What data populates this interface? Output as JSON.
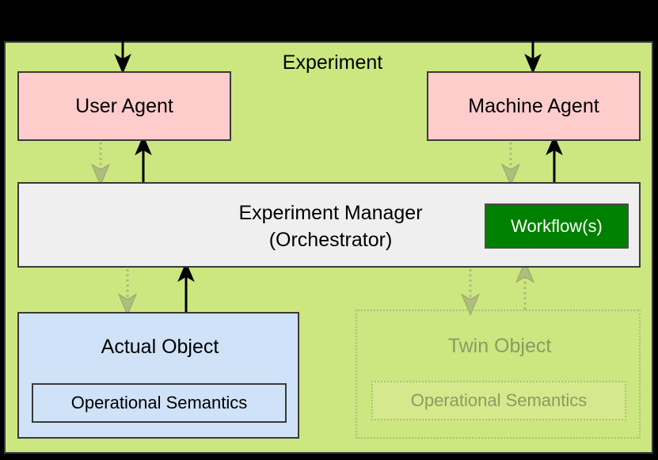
{
  "diagram": {
    "title": "Experiment",
    "canvas": {
      "background_color": "#000000",
      "panel_color": "#CCE680",
      "panel_border_color": "#3A3A3A"
    },
    "nodes": {
      "user_agent": {
        "label": "User Agent",
        "fill": "#FFCCCC",
        "stroke": "#3A3A3A"
      },
      "machine_agent": {
        "label": "Machine Agent",
        "fill": "#FFCCCC",
        "stroke": "#3A3A3A"
      },
      "experiment_manager": {
        "label_line1": "Experiment Manager",
        "label_line2": "(Orchestrator)",
        "fill": "#EFEFEF",
        "stroke": "#3A3A3A"
      },
      "workflows": {
        "label": "Workflow(s)",
        "fill": "#008000",
        "text_color": "#FFFFFF"
      },
      "actual_object": {
        "label": "Actual Object",
        "inner_label": "Operational Semantics",
        "fill": "#CFE2F7",
        "stroke": "#3A3A3A"
      },
      "twin_object": {
        "label": "Twin Object",
        "inner_label": "Operational Semantics",
        "fill": "#D6E88C",
        "stroke": "#AEBF79",
        "text_color": "#8C9B62",
        "style": "ghosted-dotted"
      }
    },
    "edges": [
      {
        "name": "external-to-user-agent",
        "style": "solid",
        "color": "#000000",
        "direction": "down"
      },
      {
        "name": "external-to-machine-agent",
        "style": "solid",
        "color": "#000000",
        "direction": "down"
      },
      {
        "name": "user-agent-to-manager",
        "style": "dotted",
        "color": "#A8B878",
        "direction": "down"
      },
      {
        "name": "manager-to-user-agent",
        "style": "solid",
        "color": "#000000",
        "direction": "up"
      },
      {
        "name": "machine-agent-to-manager",
        "style": "dotted",
        "color": "#A8B878",
        "direction": "down"
      },
      {
        "name": "manager-to-machine-agent",
        "style": "solid",
        "color": "#000000",
        "direction": "up"
      },
      {
        "name": "manager-to-actual-object",
        "style": "dotted",
        "color": "#A8B878",
        "direction": "down"
      },
      {
        "name": "actual-object-to-manager",
        "style": "solid",
        "color": "#000000",
        "direction": "up"
      },
      {
        "name": "manager-to-twin-object",
        "style": "dotted",
        "color": "#A8B878",
        "direction": "down"
      },
      {
        "name": "twin-object-to-manager",
        "style": "dotted",
        "color": "#A8B878",
        "direction": "up"
      }
    ]
  }
}
